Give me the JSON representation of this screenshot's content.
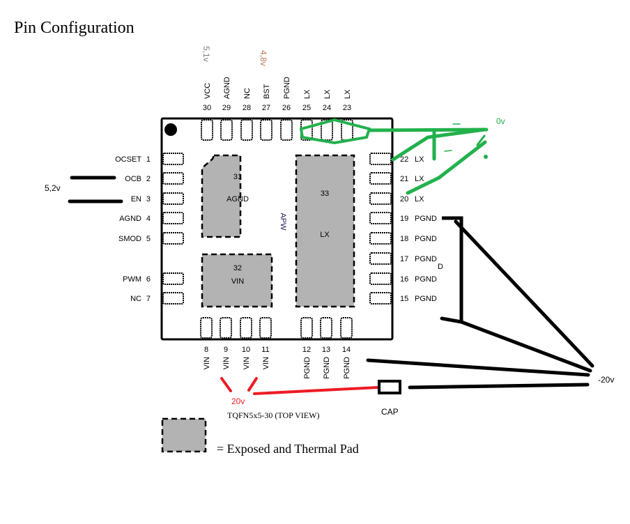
{
  "title": "Pin Configuration",
  "package_label": "TQFN5x5-30 (TOP VIEW)",
  "chip_marking": "APW",
  "legend": {
    "text": "= Exposed and Thermal Pad"
  },
  "pins_left": [
    {
      "num": "1",
      "name": "OCSET"
    },
    {
      "num": "2",
      "name": "OCB"
    },
    {
      "num": "3",
      "name": "EN"
    },
    {
      "num": "4",
      "name": "AGND"
    },
    {
      "num": "5",
      "name": "SMOD"
    },
    {
      "num": "6",
      "name": "PWM"
    },
    {
      "num": "7",
      "name": "NC"
    }
  ],
  "pins_top": [
    {
      "num": "30",
      "name": "VCC"
    },
    {
      "num": "29",
      "name": "AGND"
    },
    {
      "num": "28",
      "name": "NC"
    },
    {
      "num": "27",
      "name": "BST"
    },
    {
      "num": "26",
      "name": "PGND"
    },
    {
      "num": "25",
      "name": "LX"
    },
    {
      "num": "24",
      "name": "LX"
    },
    {
      "num": "23",
      "name": "LX"
    }
  ],
  "pins_right": [
    {
      "num": "22",
      "name": "LX"
    },
    {
      "num": "21",
      "name": "LX"
    },
    {
      "num": "20",
      "name": "LX"
    },
    {
      "num": "19",
      "name": "PGND"
    },
    {
      "num": "18",
      "name": "PGND"
    },
    {
      "num": "17",
      "name": "PGND"
    },
    {
      "num": "16",
      "name": "PGND"
    },
    {
      "num": "15",
      "name": "PGND"
    }
  ],
  "pins_bottom": [
    {
      "num": "8",
      "name": "VIN"
    },
    {
      "num": "9",
      "name": "VIN"
    },
    {
      "num": "10",
      "name": "VIN"
    },
    {
      "num": "11",
      "name": "VIN"
    },
    {
      "num": "12",
      "name": "PGND"
    },
    {
      "num": "13",
      "name": "PGND"
    },
    {
      "num": "14",
      "name": "PGND"
    }
  ],
  "exposed_pads": [
    {
      "num": "31",
      "name": "AGND"
    },
    {
      "num": "32",
      "name": "VIN"
    },
    {
      "num": "33",
      "name": "LX"
    }
  ],
  "annotations": {
    "vcc_voltage": "5,1v",
    "bst_voltage": "4,8v",
    "en_ocb_voltage": "5,2v",
    "lx_voltage": "0v",
    "vin_voltage": "20v",
    "pgnd_voltage": "-20v",
    "cap_label": "CAP",
    "stray_d": "D"
  },
  "colors": {
    "lx_wire": "#22b14c",
    "vin_wire": "#ed1c24",
    "vcc_note": "#7f7f7f",
    "bst_note": "#b97a57",
    "vin_note": "#ed1c24",
    "lx_note": "#22b14c"
  }
}
